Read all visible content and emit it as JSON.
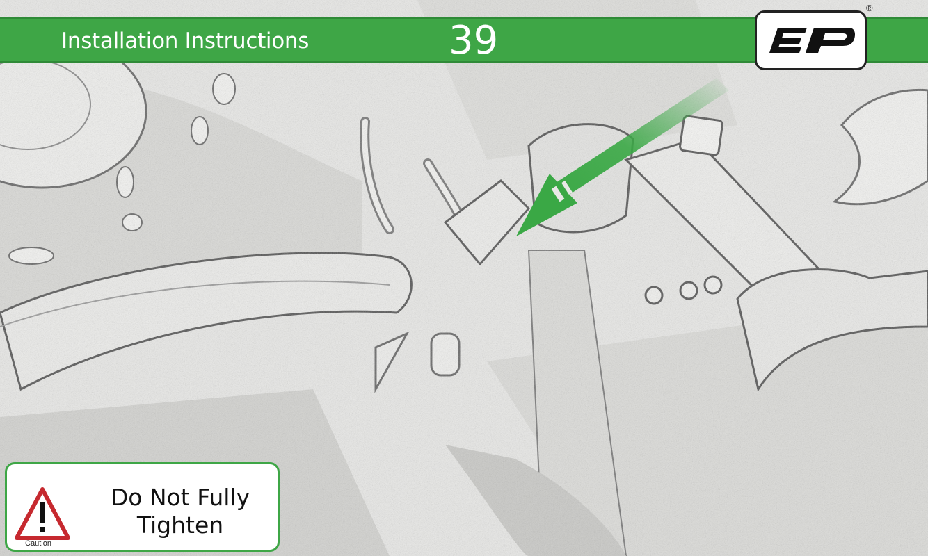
{
  "header": {
    "title": "Installation Instructions",
    "step_number": "39"
  },
  "logo": {
    "name": "ep-logo",
    "registered_mark": "®"
  },
  "caution": {
    "icon": "warning-triangle-icon",
    "icon_label": "Caution",
    "message": "Do Not Fully Tighten"
  },
  "colors": {
    "header_green": "#3ea646",
    "arrow_green": "#3aa845",
    "warning_red": "#c6292f"
  }
}
